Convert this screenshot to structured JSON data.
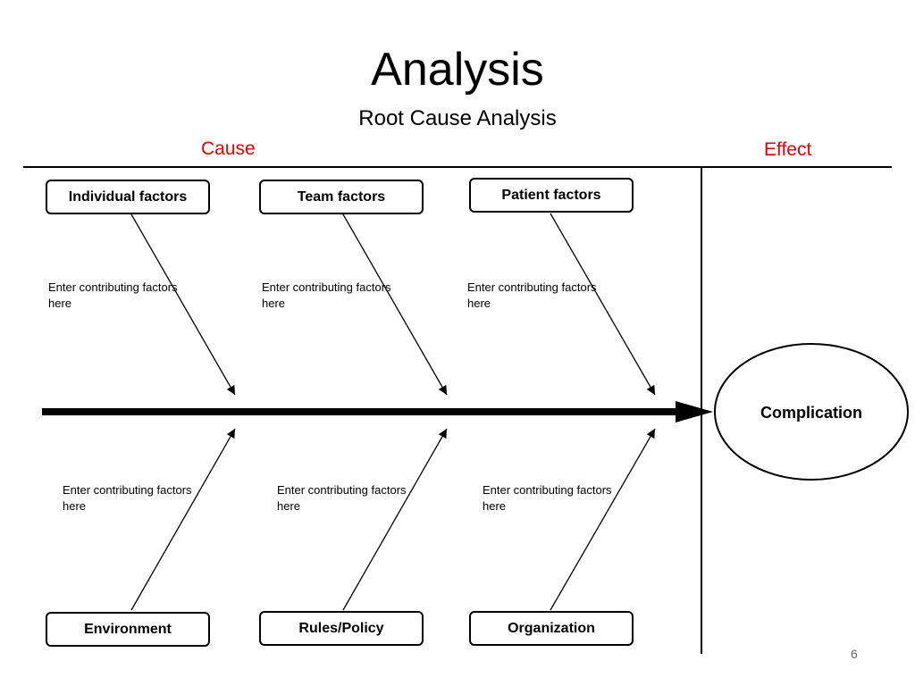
{
  "slide": {
    "title": "Analysis",
    "subtitle": "Root Cause Analysis",
    "cause_heading": "Cause",
    "effect_heading": "Effect",
    "effect": "Complication",
    "page_number": "6",
    "accent_color": "#e00000"
  },
  "categories": [
    {
      "label": "Individual factors",
      "note": "Enter contributing factors here"
    },
    {
      "label": "Team factors",
      "note": "Enter contributing factors here"
    },
    {
      "label": "Patient factors",
      "note": "Enter contributing factors here"
    },
    {
      "label": "Environment",
      "note": "Enter contributing factors here"
    },
    {
      "label": "Rules/Policy",
      "note": "Enter contributing factors here"
    },
    {
      "label": "Organization",
      "note": "Enter contributing factors here"
    }
  ]
}
